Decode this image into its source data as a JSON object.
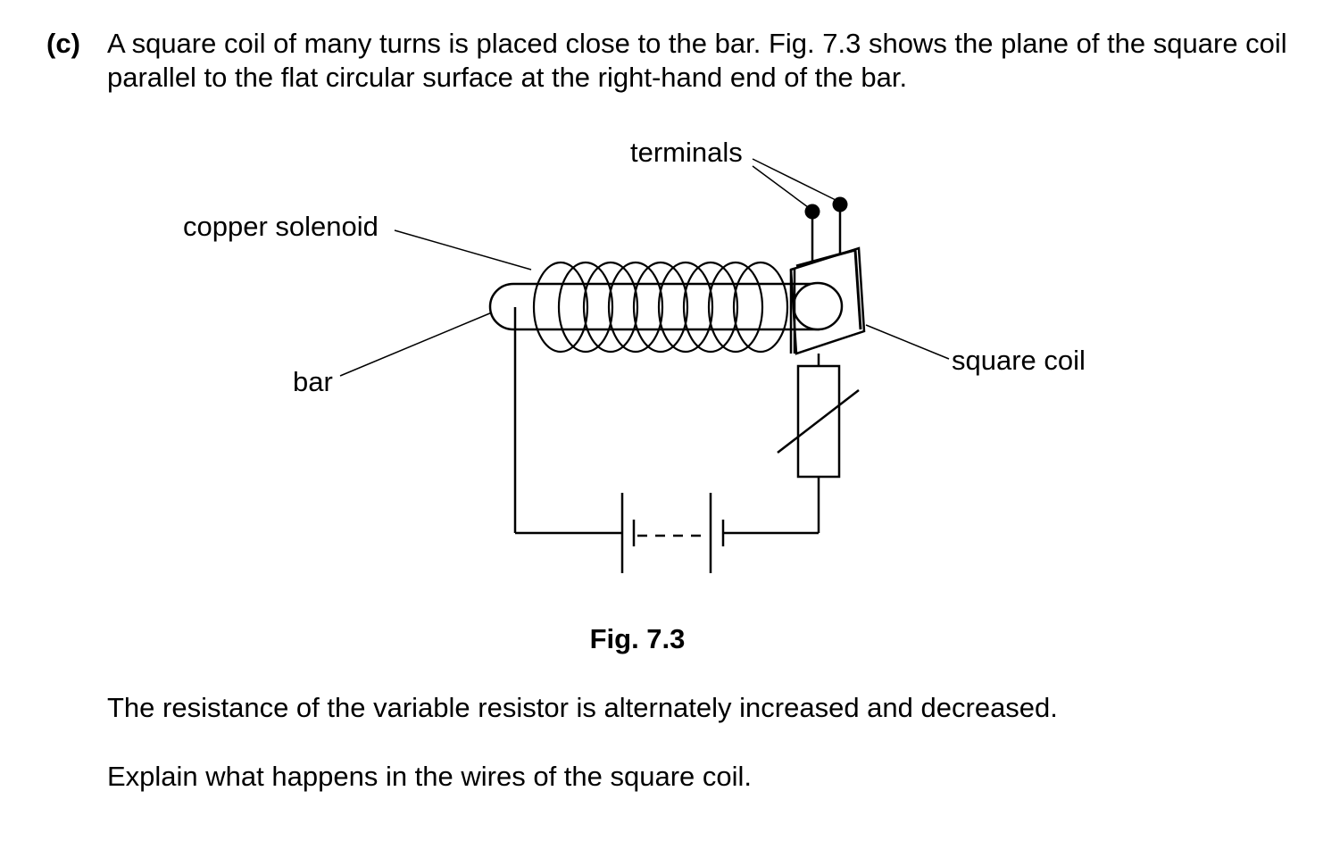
{
  "question": {
    "label": "(c)",
    "text": "A square coil of many turns is placed close to the bar. Fig. 7.3 shows the plane of the square coil parallel to the flat circular surface at the right-hand end of the bar."
  },
  "diagram": {
    "labels": {
      "terminals": "terminals",
      "copper_solenoid": "copper solenoid",
      "bar": "bar",
      "square_coil": "square coil"
    }
  },
  "figure_caption": "Fig. 7.3",
  "paragraphs": [
    "The resistance of the variable resistor is alternately increased and decreased.",
    "Explain what happens in the wires of the square coil."
  ]
}
